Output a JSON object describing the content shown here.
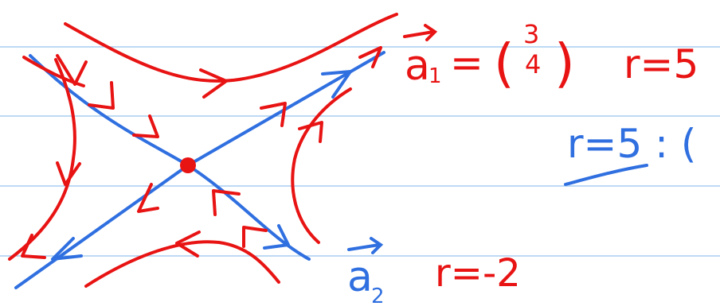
{
  "colors": {
    "paper": "#ffffff",
    "rule_line": "#a9cdf0",
    "ink_red": "#e81313",
    "ink_blue": "#2f6fe0"
  },
  "notes": {
    "vector_a1": {
      "label": "a",
      "subscript": "1",
      "equals": "=",
      "matrix_top": "3",
      "matrix_bottom": "4",
      "eigenvalue": "r=5"
    },
    "vector_a2": {
      "label": "a",
      "subscript": "2",
      "eigenvalue": "r=-2"
    },
    "cutoff_note": "r=5 : ("
  }
}
